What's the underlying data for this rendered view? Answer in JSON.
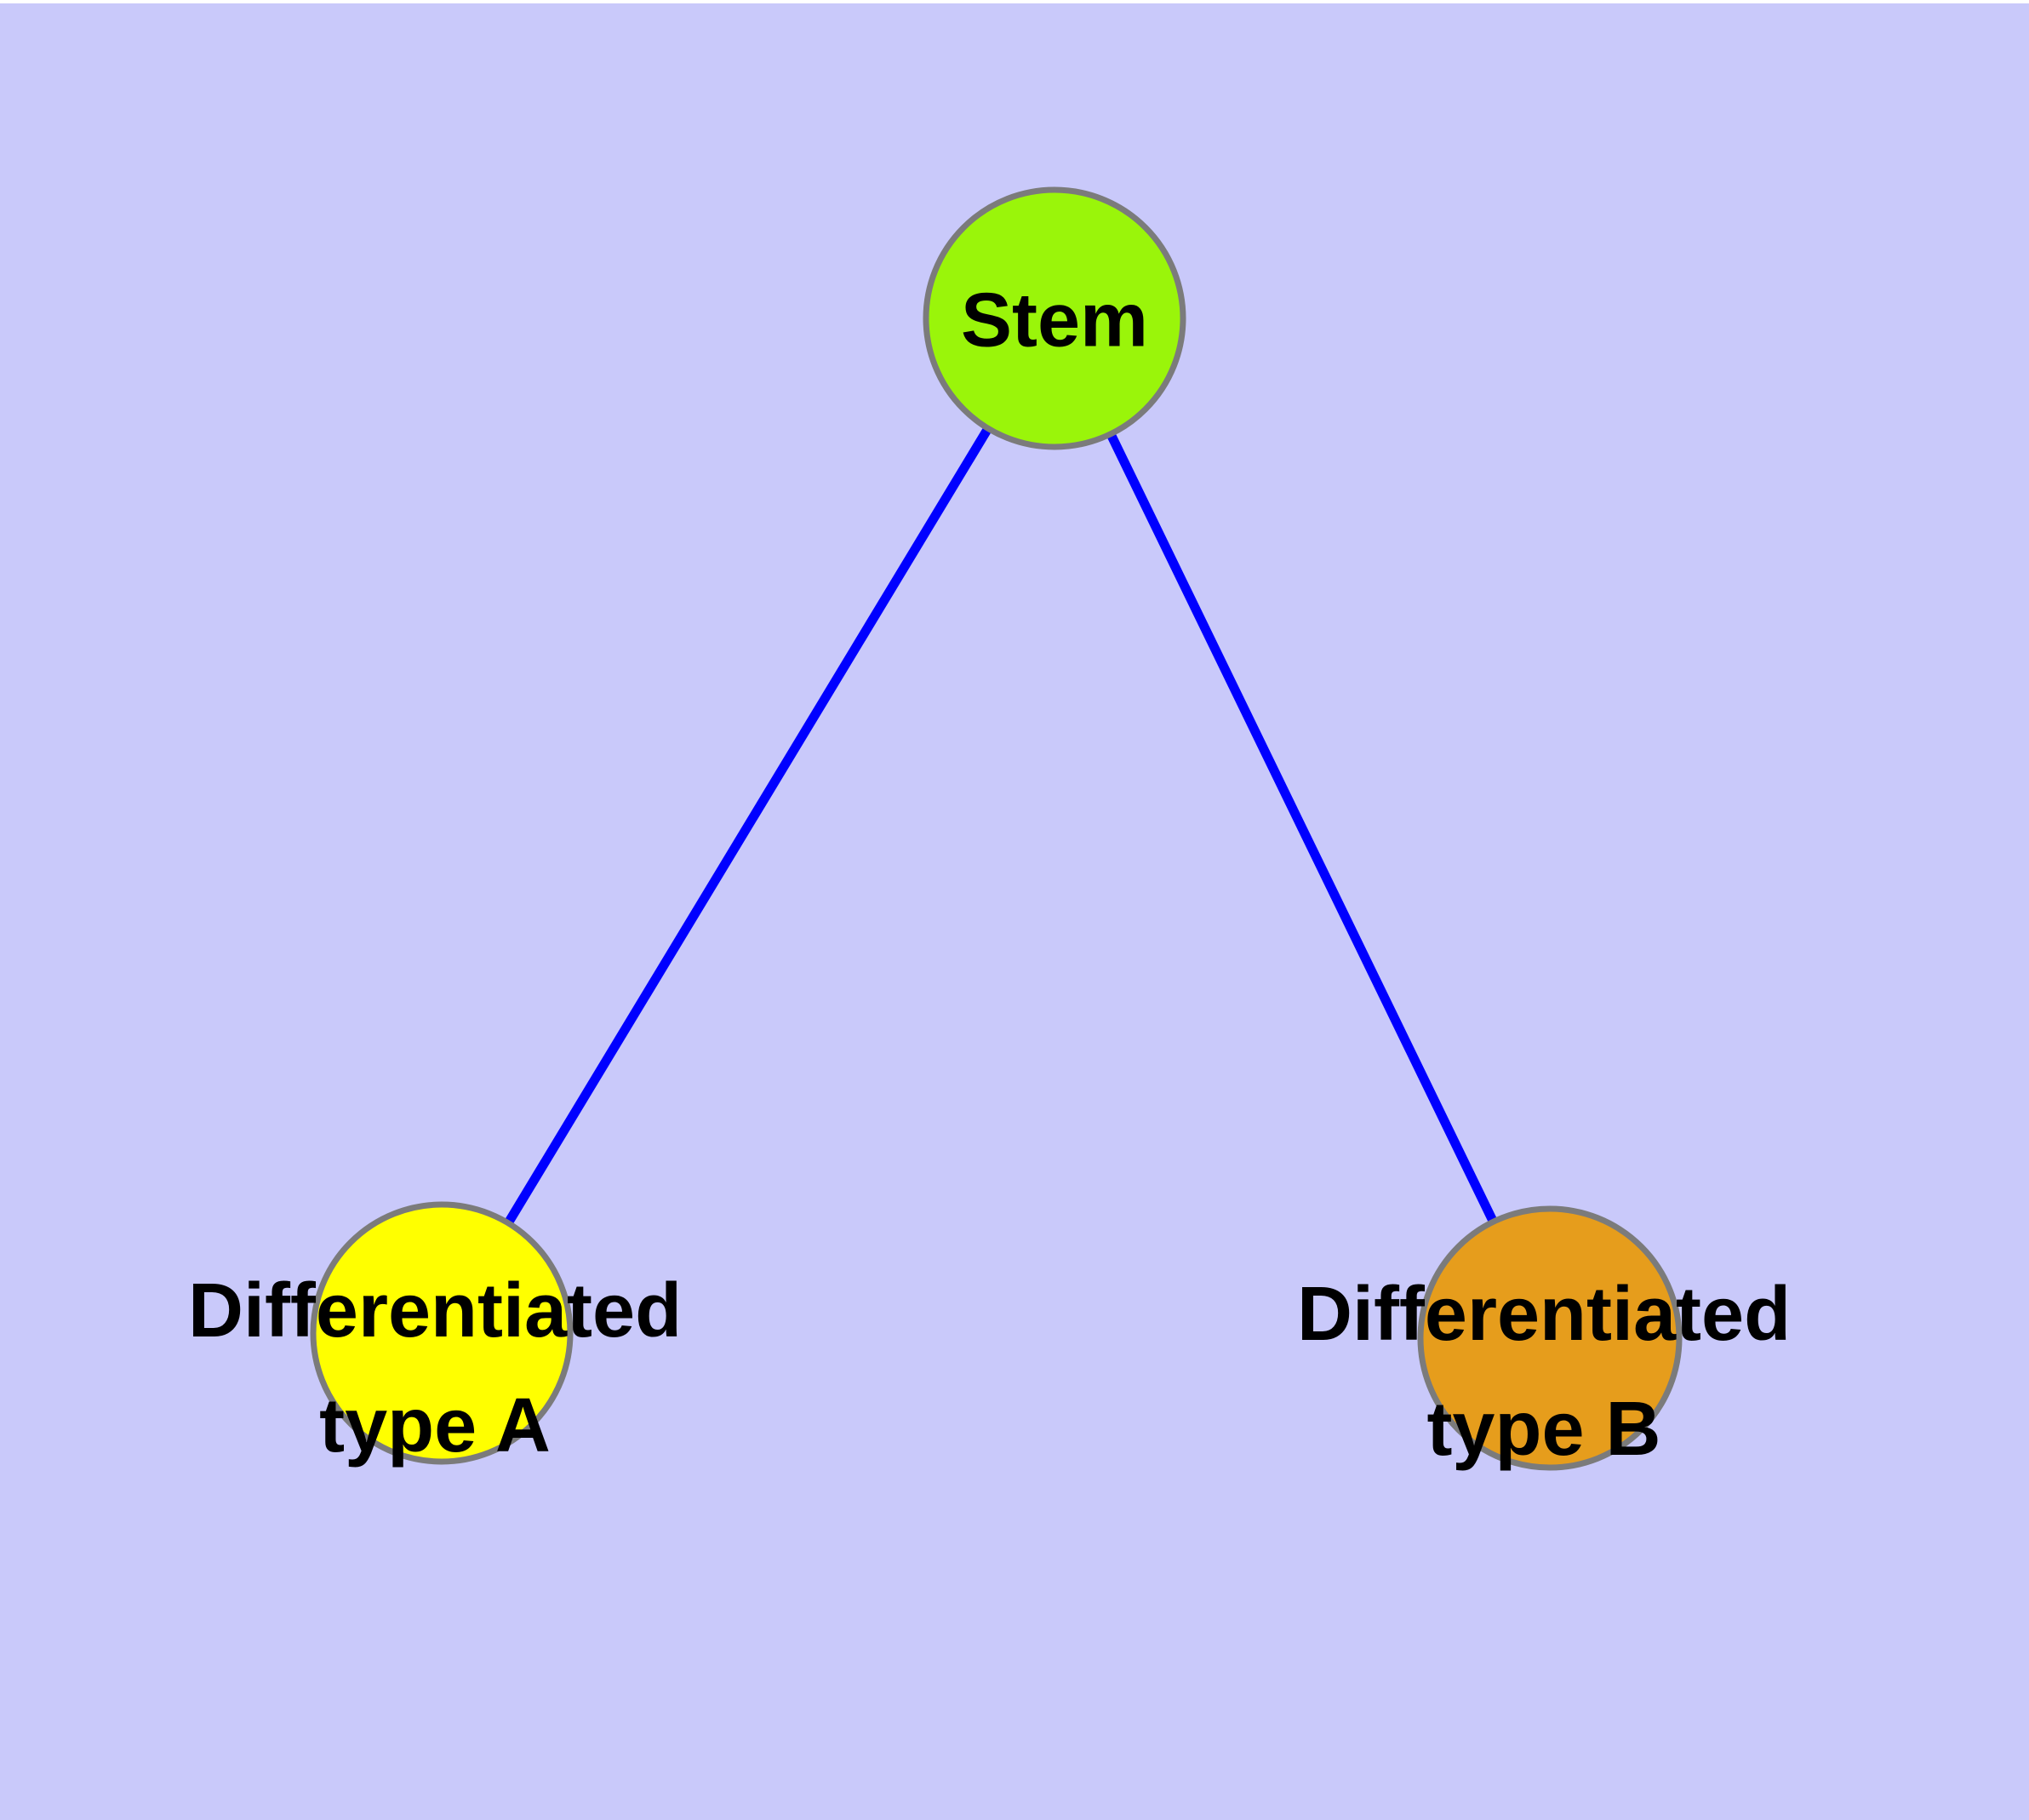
{
  "diagram": {
    "type": "node-link-graph",
    "background_color": "#C9C9FA",
    "top_strip_color": "#FFFFFF",
    "edge_color": "#0000FF",
    "node_border_color": "#7B7B7B",
    "label_color": "#000000",
    "nodes": [
      {
        "id": "stem",
        "label": "Stem",
        "fill": "#9AF50A"
      },
      {
        "id": "type-a",
        "label": "Differentiated\ntype A",
        "fill": "#FFFF00"
      },
      {
        "id": "type-b",
        "label": "Differentiated\ntype B",
        "fill": "#E69D1C"
      }
    ],
    "edges": [
      {
        "from": "Stem",
        "to": "Differentiated type A"
      },
      {
        "from": "Stem",
        "to": "Differentiated type B"
      }
    ]
  }
}
